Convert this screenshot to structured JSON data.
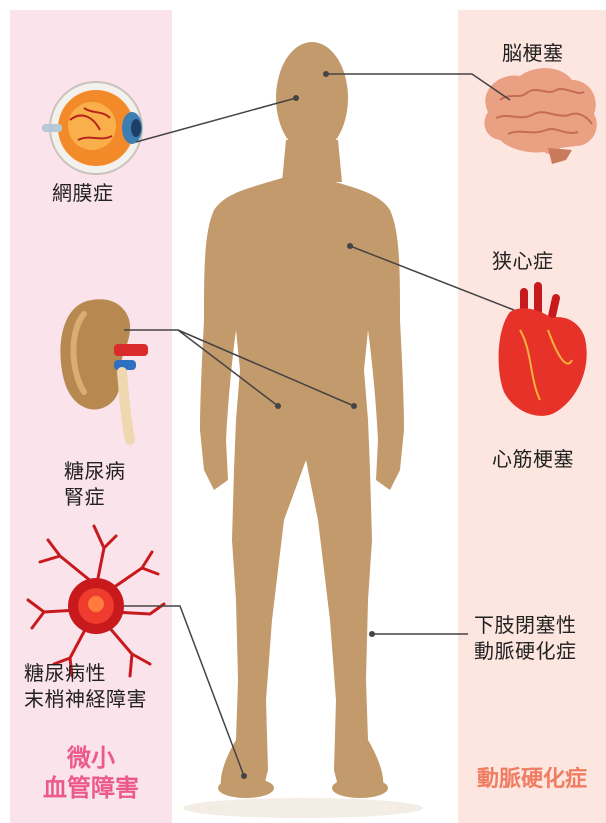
{
  "left_column": {
    "label_retinopathy": "網膜症",
    "label_nephropathy": "糖尿病\n腎症",
    "label_neuropathy": "糖尿病性\n末梢神経障害",
    "category": "微小\n血管障害"
  },
  "right_column": {
    "label_cerebral_infarction": "脳梗塞",
    "label_angina": "狭心症",
    "label_myocardial_infarction": "心筋梗塞",
    "label_pad": "下肢閉塞性\n動脈硬化症",
    "category": "動脈硬化症"
  },
  "colors": {
    "left_panel": "#fbe3ec",
    "right_panel": "#fde6df",
    "body": "#c39a6b",
    "left_category": "#ec5a8c",
    "right_category": "#f07c62",
    "leader_line": "#444444"
  },
  "icons": [
    "eye-icon",
    "kidney-icon",
    "nerve-cell-icon",
    "brain-icon",
    "heart-icon",
    "human-body-silhouette"
  ]
}
